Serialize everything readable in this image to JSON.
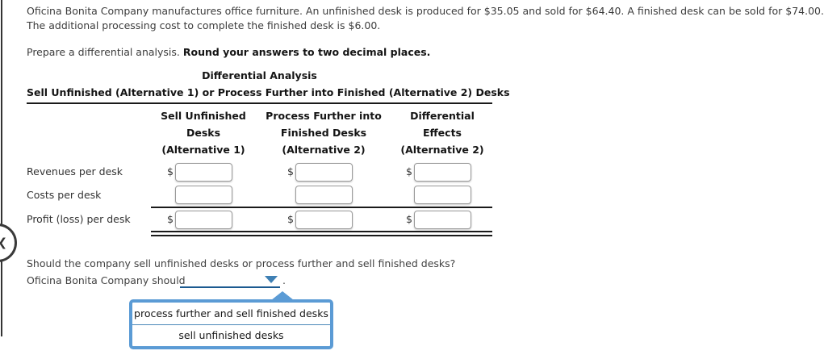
{
  "problem": {
    "line1": "Oficina Bonita Company manufactures office furniture. An unfinished desk is produced for $35.05 and sold for $64.40. A finished desk can be sold for $74.00.",
    "line2": "The additional processing cost to complete the finished desk is $6.00.",
    "instruction_normal": "Prepare a differential analysis. ",
    "instruction_bold": "Round your answers to two decimal places."
  },
  "table": {
    "title": "Differential Analysis",
    "subtitle": "Sell Unfinished (Alternative 1) or Process Further into Finished (Alternative 2) Desks",
    "currency_symbol": "$",
    "columns": [
      {
        "line1": "Sell Unfinished",
        "line2": "Desks",
        "line3": "(Alternative 1)"
      },
      {
        "line1": "Process Further into",
        "line2": "Finished Desks",
        "line3": "(Alternative 2)"
      },
      {
        "line1": "Differential",
        "line2": "Effects",
        "line3": "(Alternative 2)"
      }
    ],
    "rows": [
      {
        "label": "Revenues per desk",
        "values": [
          "",
          "",
          ""
        ]
      },
      {
        "label": "Costs per desk",
        "values": [
          "",
          "",
          ""
        ]
      },
      {
        "label": "Profit (loss) per desk",
        "values": [
          "",
          "",
          ""
        ]
      }
    ]
  },
  "question": {
    "prompt": "Should the company sell unfinished desks or process further and sell finished desks?",
    "answer_prefix": "Oficina Bonita Company should",
    "answer_suffix": ".",
    "selected_value": "",
    "options": [
      "process further and sell finished desks",
      "sell unfinished desks"
    ]
  },
  "nav": {
    "collapse_icon": "❮"
  },
  "colors": {
    "accent_blue": "#5b9bd5",
    "underline_blue": "#1b5a90",
    "caret_blue": "#3f80b4",
    "divider_blue": "#4a88b8",
    "rule_black": "#1a1a1a"
  }
}
